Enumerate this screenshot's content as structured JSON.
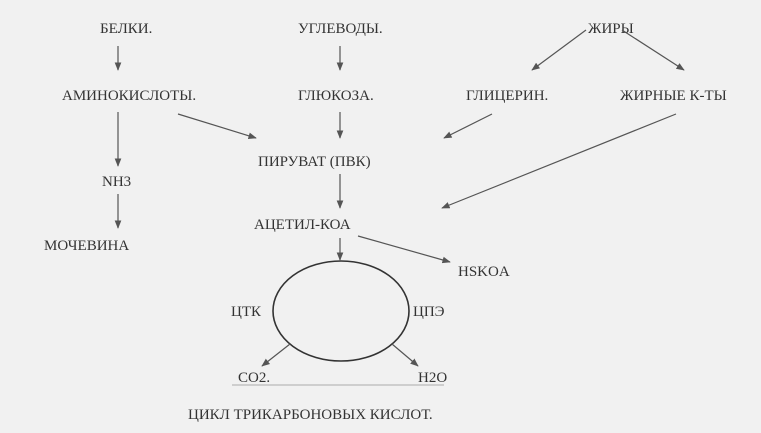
{
  "nodes": {
    "proteins": "БЕЛКИ.",
    "carbohydrates": "УГЛЕВОДЫ.",
    "fats": "ЖИРЫ",
    "amino_acids": "АМИНОКИСЛОТЫ.",
    "glucose": "ГЛЮКОЗА.",
    "glycerol": "ГЛИЦЕРИН.",
    "fatty_acids": "ЖИРНЫЕ К-ТЫ",
    "pyruvate": "ПИРУВАТ (ПВК)",
    "nh3": "NH3",
    "acetyl_coa": "АЦЕТИЛ-КОА",
    "urea": "МОЧЕВИНА",
    "hskoa": "HSKOA",
    "tca_label": "ЦТК",
    "etc_label": "ЦПЭ",
    "co2": "CO2.",
    "h2o": "H2O"
  },
  "caption": "ЦИКЛ ТРИКАРБОНОВЫХ КИСЛОТ."
}
